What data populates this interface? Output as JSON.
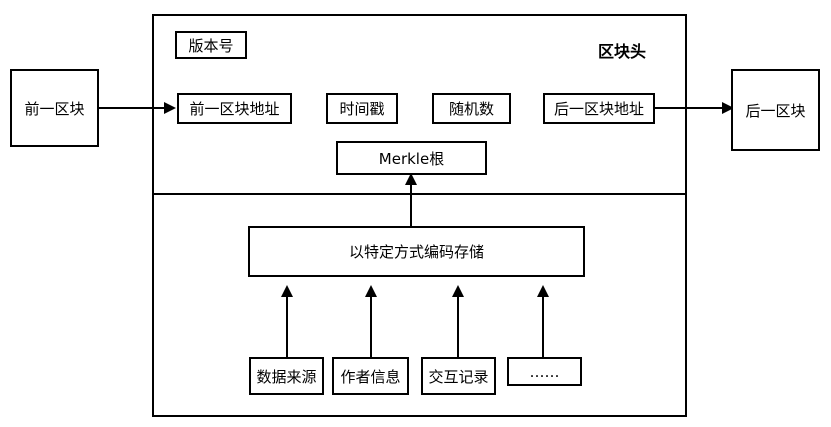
{
  "header": {
    "title": "区块头",
    "version": "版本号",
    "prev_hash": "前一区块地址",
    "timestamp": "时间戳",
    "nonce": "随机数",
    "next_hash": "后一区块地址",
    "merkle_root": "Merkle根"
  },
  "external": {
    "prev_block": "前一区块",
    "next_block": "后一区块"
  },
  "body": {
    "storage": "以特定方式编码存储",
    "sources": [
      "数据来源",
      "作者信息",
      "交互记录",
      "……"
    ]
  }
}
